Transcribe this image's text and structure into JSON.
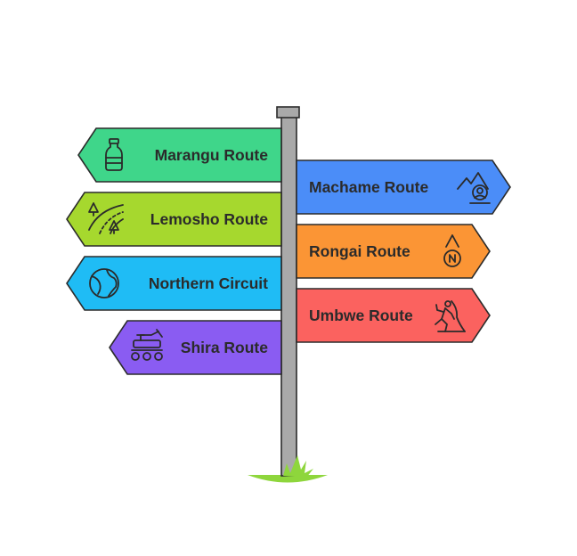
{
  "signs": [
    {
      "label": "Marangu Route",
      "color": "#3fd68a",
      "icon": "water-bottle-icon"
    },
    {
      "label": "Machame Route",
      "color": "#4b8df8",
      "icon": "mountain-hiker-icon"
    },
    {
      "label": "Lemosho Route",
      "color": "#a6d82e",
      "icon": "forest-trail-icon"
    },
    {
      "label": "Rongai Route",
      "color": "#fb9535",
      "icon": "north-compass-icon"
    },
    {
      "label": "Northern Circuit",
      "color": "#1fbcf5",
      "icon": "globe-icon"
    },
    {
      "label": "Umbwe Route",
      "color": "#fb625f",
      "icon": "climber-icon"
    },
    {
      "label": "Shira Route",
      "color": "#8a5cf2",
      "icon": "rover-vehicle-icon"
    }
  ],
  "post_color": "#a9a9a9",
  "grass_color": "#8ed63c"
}
